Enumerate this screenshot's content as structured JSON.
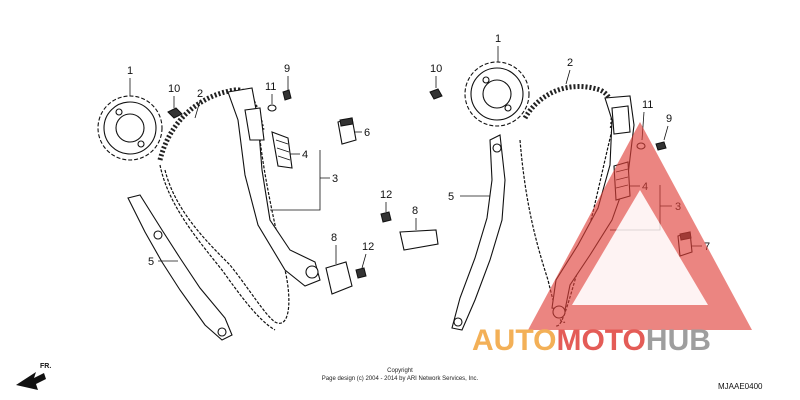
{
  "callouts": {
    "c1_left": "1",
    "c2_left": "2",
    "c3_left": "3",
    "c4_left": "4",
    "c5_left": "5",
    "c6": "6",
    "c8_top": "8",
    "c8_bottom": "8",
    "c9_left": "9",
    "c10_left": "10",
    "c11_left": "11",
    "c12_top": "12",
    "c12_bottom": "12",
    "c1_right": "1",
    "c2_right": "2",
    "c3_right": "3",
    "c4_right": "4",
    "c5_right": "5",
    "c7": "7",
    "c9_right": "9",
    "c10_right": "10",
    "c11_right": "11"
  },
  "copyright": {
    "line1": "Copyright",
    "line2": "Page design (c) 2004 - 2014 by ARI Network Services, Inc."
  },
  "diagram_code": "MJAAE0400",
  "direction_label": "FR.",
  "watermark": {
    "part1": "AUTO",
    "part2": "MOTO",
    "part3": "HUB",
    "color_orange": "#f2a33a",
    "color_red": "#e0403a",
    "color_gray": "#9a9a9a"
  }
}
